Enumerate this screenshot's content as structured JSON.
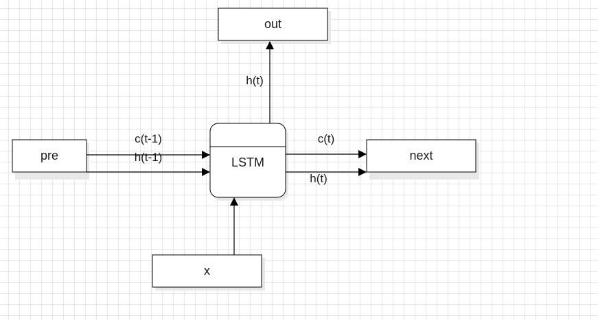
{
  "diagram": {
    "nodes": {
      "out": "out",
      "pre": "pre",
      "lstm": "LSTM",
      "next": "next",
      "x": "x"
    },
    "edges": {
      "lstm_to_out": "h(t)",
      "pre_to_lstm_c": "c(t-1)",
      "pre_to_lstm_h": "h(t-1)",
      "lstm_to_next_c": "c(t)",
      "lstm_to_next_h": "h(t)"
    }
  },
  "colors": {
    "stroke": "#000000",
    "shadow": "#e8e8e8",
    "grid": "#e6e6e6"
  }
}
